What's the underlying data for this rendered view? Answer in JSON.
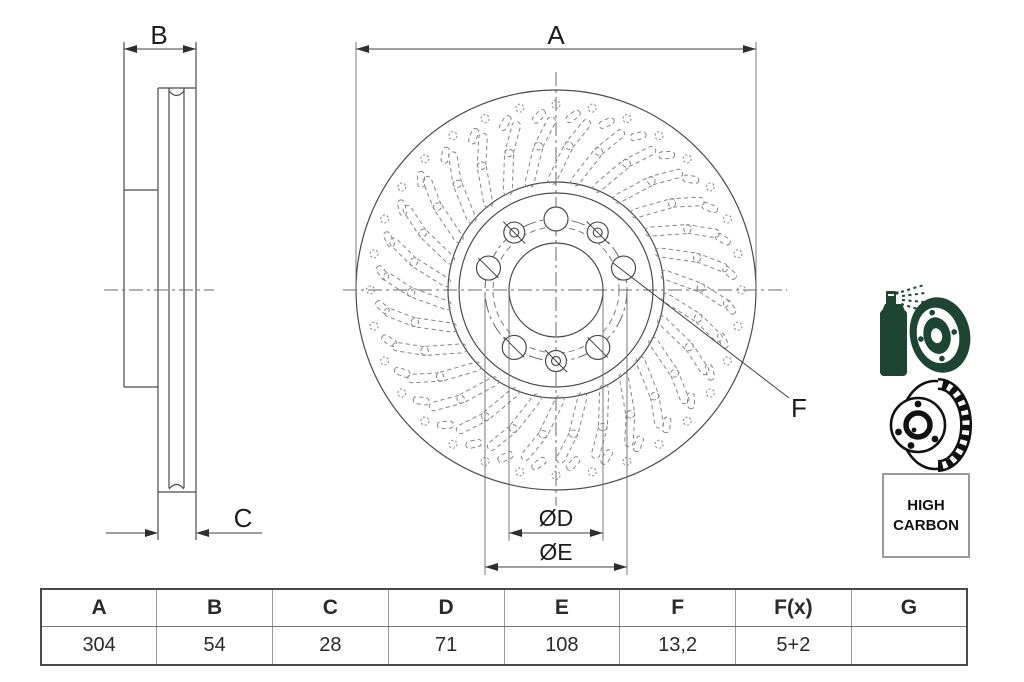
{
  "drawing": {
    "dim_a_label": "A",
    "dim_b_label": "B",
    "dim_c_label": "C",
    "dim_d_label": "ØD",
    "dim_e_label": "ØE",
    "dim_f_label": "F"
  },
  "badges": {
    "high_carbon_label": "HIGH CARBON"
  },
  "icons": {
    "coated_icon": "coated-disc-spray-icon",
    "vented_icon": "vented-disc-icon"
  },
  "colors": {
    "accent_green": "#1e4434",
    "line_gray": "#4b4b4b"
  },
  "table": {
    "headers": [
      "A",
      "B",
      "C",
      "D",
      "E",
      "F",
      "F(x)",
      "G"
    ],
    "values": [
      "304",
      "54",
      "28",
      "71",
      "108",
      "13,2",
      "5+2",
      ""
    ]
  }
}
